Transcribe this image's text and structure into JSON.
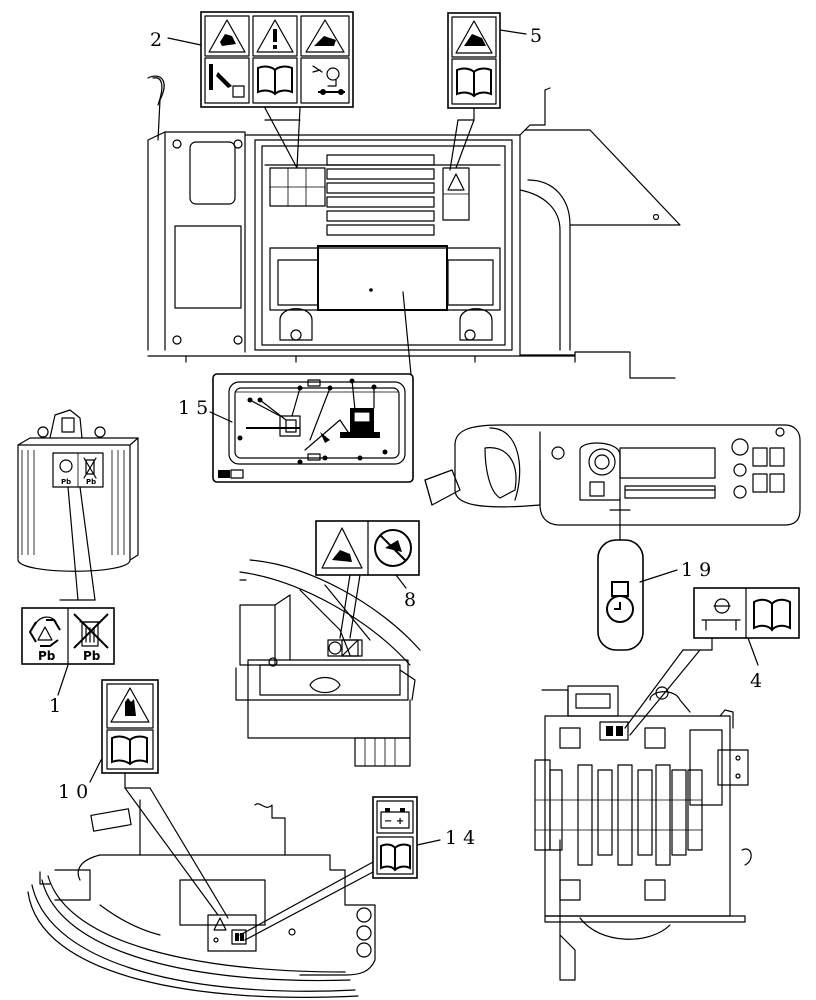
{
  "diagram": {
    "callouts": [
      {
        "id": "c2",
        "label": "2"
      },
      {
        "id": "c5",
        "label": "5"
      },
      {
        "id": "c15",
        "label": "1 5"
      },
      {
        "id": "c19",
        "label": "1 9"
      },
      {
        "id": "c8",
        "label": "8"
      },
      {
        "id": "c4",
        "label": "4"
      },
      {
        "id": "c1",
        "label": "1"
      },
      {
        "id": "c10",
        "label": "1 0"
      },
      {
        "id": "c14",
        "label": "1 4"
      }
    ],
    "battery_label": {
      "recycle_text": "Pb",
      "bin_text": "Pb"
    }
  }
}
